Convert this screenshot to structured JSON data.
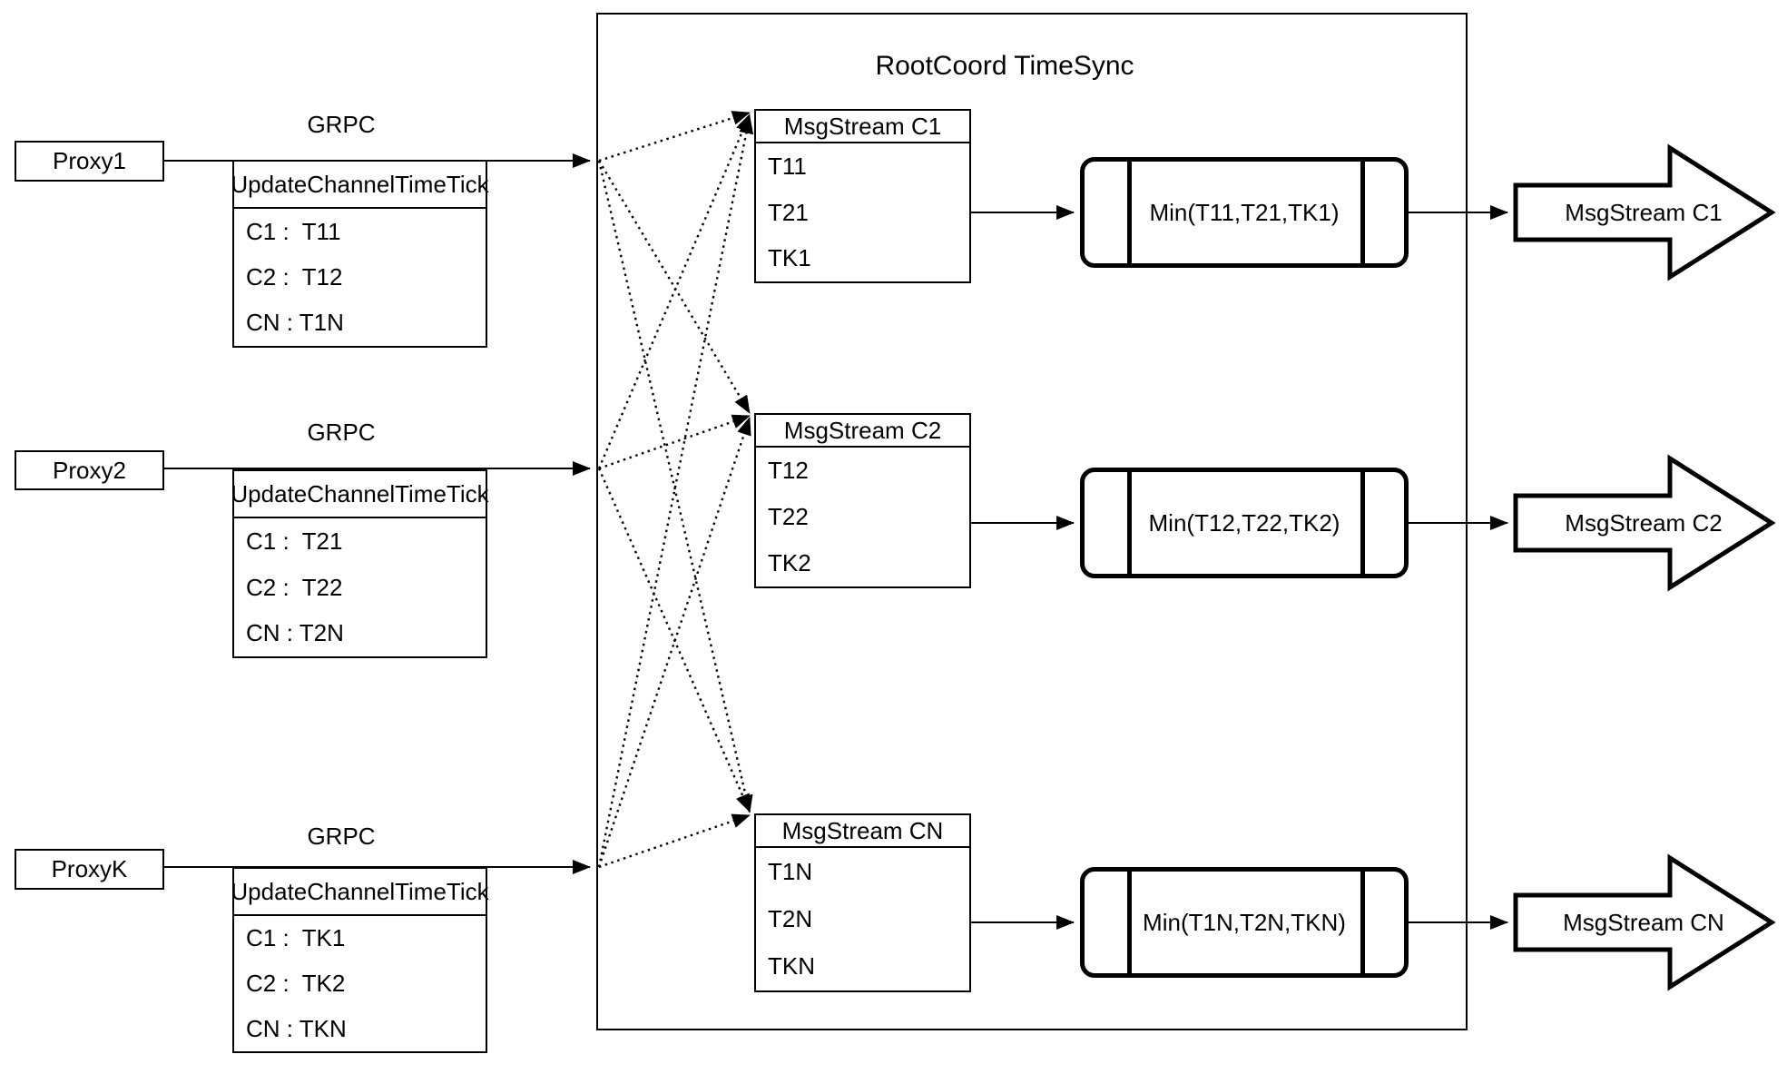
{
  "root_box": {
    "title": "RootCoord TimeSync"
  },
  "labels": {
    "grpc": "GRPC"
  },
  "colors": {
    "stroke": "#000000",
    "background": "#ffffff"
  },
  "proxies": [
    {
      "name": "Proxy1",
      "message": {
        "header": "UpdateChannelTimeTick",
        "entries": [
          "C1 :  T11",
          "C2 :  T12",
          "CN : T1N"
        ]
      }
    },
    {
      "name": "Proxy2",
      "message": {
        "header": "UpdateChannelTimeTick",
        "entries": [
          "C1 :  T21",
          "C2 :  T22",
          "CN : T2N"
        ]
      }
    },
    {
      "name": "ProxyK",
      "message": {
        "header": "UpdateChannelTimeTick",
        "entries": [
          "C1 :  TK1",
          "C2 :  TK2",
          "CN : TKN"
        ]
      }
    }
  ],
  "channels": [
    {
      "stream_title": "MsgStream C1",
      "ticks": [
        "T11",
        "T21",
        "TK1"
      ],
      "min_label": "Min(T11,T21,TK1)",
      "output": "MsgStream C1"
    },
    {
      "stream_title": "MsgStream C2",
      "ticks": [
        "T12",
        "T22",
        "TK2"
      ],
      "min_label": "Min(T12,T22,TK2)",
      "output": "MsgStream C2"
    },
    {
      "stream_title": "MsgStream CN",
      "ticks": [
        "T1N",
        "T2N",
        "TKN"
      ],
      "min_label": "Min(T1N,T2N,TKN)",
      "output": "MsgStream CN"
    }
  ]
}
